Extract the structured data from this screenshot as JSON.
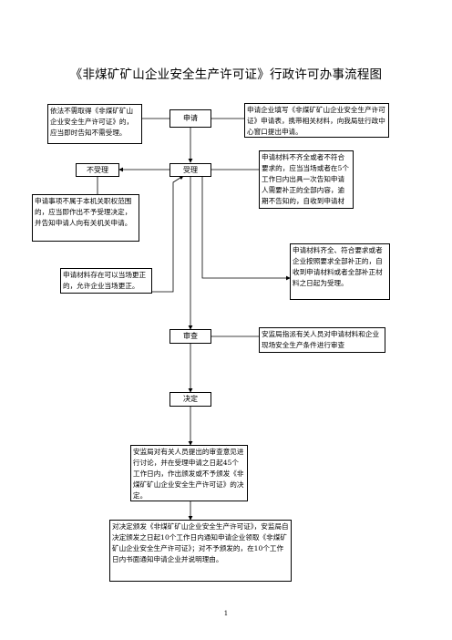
{
  "title": "《非煤矿矿山企业安全生产许可证》行政许可办事流程图",
  "nodes": {
    "apply": "申请",
    "reject": "不受理",
    "accept": "受理",
    "review": "审查",
    "decide": "决定"
  },
  "notes": {
    "no_permit_needed": "依法不需取得《非煤矿矿山企业安全生产许可证》的，应当即时告知不需受理。",
    "apply_desc": "申请企业填写《非煤矿矿山企业安全生产许可证》申请表，携带相关材料，向我局驻行政中心窗口提出申请。",
    "incomplete": "申请材料不齐全或者不符合要求的，应当当场或者在5个工作日内出具一次告知申请人需要补正的全部内容，逾期不告知的，自收到申请材料之日起即为受理。",
    "not_in_scope": "申请事项不属于本机关职权范围的，应当即作出不予受理决定，并告知申请人向有关机关申请。",
    "complete": "申请材料齐全、符合要求或者企业按照要求全部补正的，自收到申请材料或者全部补正材料之日起为受理。",
    "fixable": "申请材料存在可以当场更正的，允许企业当场更正。",
    "review_desc": "安监局指派有关人员对申请材料和企业现场安全生产条件进行审查",
    "decide_desc": "安监局对有关人员提出的审查意见进行讨论，并在受理申请之日起45个工作日内，作出颁发或不予颁发《非煤矿矿山企业安全生产许可证》的决定。",
    "final_desc": "对决定颁发《非煤矿矿山企业安全生产许可证》，安监局自决定颁发之日起10个工作日内通知申请企业领取《非煤矿矿山企业安全生产许可证》；对不予颁发的，在10个工作日内书面通知申请企业并说明理由。"
  },
  "page_number": "1"
}
